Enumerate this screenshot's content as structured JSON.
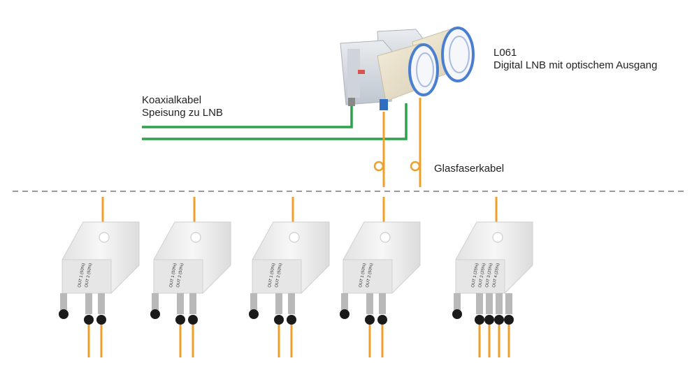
{
  "colors": {
    "coax": "#2ca24a",
    "fiber": "#f0a028",
    "divider": "#9a9a9a",
    "device_body": "#efefef",
    "connector": "#1a1a1a",
    "lnb_ring": "#4a7fd0"
  },
  "labels": {
    "lnb_model": "L061",
    "lnb_description": "Digital LNB mit optischem Ausgang",
    "coax_title": "Koaxialkabel",
    "coax_subtitle": "Speisung zu LNB",
    "fiber_label": "Glasfaserkabel"
  },
  "splitters": [
    {
      "name": "splitter-1",
      "outputs": 2,
      "ports": [
        "OUT 1 (50%)",
        "OUT 2 (50%)"
      ]
    },
    {
      "name": "splitter-2",
      "outputs": 2,
      "ports": [
        "OUT 1 (50%)",
        "OUT 2 (50%)"
      ]
    },
    {
      "name": "splitter-3",
      "outputs": 2,
      "ports": [
        "OUT 1 (50%)",
        "OUT 2 (50%)"
      ]
    },
    {
      "name": "splitter-4",
      "outputs": 2,
      "ports": [
        "OUT 1 (50%)",
        "OUT 2 (50%)"
      ]
    },
    {
      "name": "splitter-5",
      "outputs": 4,
      "ports": [
        "OUT 1 (25%)",
        "OUT 2 (25%)",
        "OUT 3 (25%)",
        "OUT 4 (25%)"
      ]
    }
  ]
}
